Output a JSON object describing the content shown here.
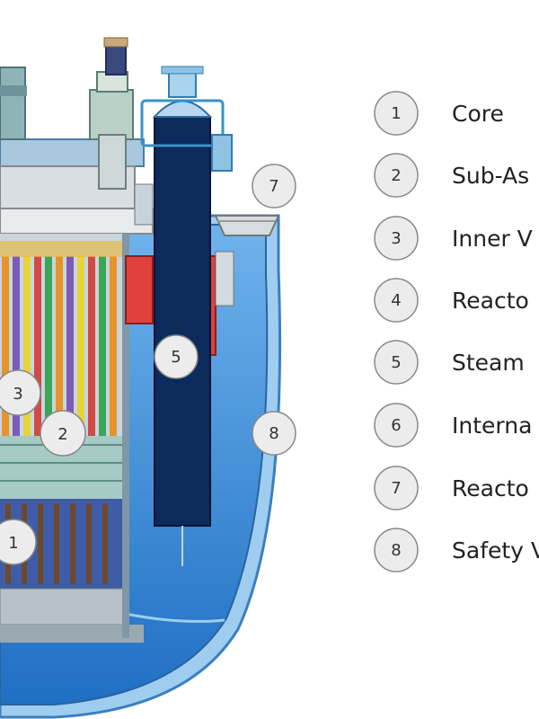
{
  "legend": [
    {
      "number": "1",
      "label": "Core"
    },
    {
      "number": "2",
      "label": "Sub-As"
    },
    {
      "number": "3",
      "label": "Inner V"
    },
    {
      "number": "4",
      "label": "Reacto"
    },
    {
      "number": "5",
      "label": "Steam"
    },
    {
      "number": "6",
      "label": "Interna"
    },
    {
      "number": "7",
      "label": "Reacto"
    },
    {
      "number": "8",
      "label": "Safety V"
    }
  ],
  "callouts": {
    "c1": "1",
    "c2": "2",
    "c3": "3",
    "c5": "5",
    "c7": "7",
    "c8": "8"
  },
  "colors": {
    "vessel_blue": "#1f73c9",
    "vessel_light": "#8fc3ee",
    "steam_generator": "#0d2a5c",
    "pump_red": "#e0413c",
    "rod_orange": "#e8922a",
    "rod_yellow": "#e8d23a",
    "rod_green": "#3aa657",
    "rod_purple": "#7b5ab8",
    "rod_red": "#d24a46",
    "badge_fill": "#ececec",
    "badge_stroke": "#888888"
  }
}
